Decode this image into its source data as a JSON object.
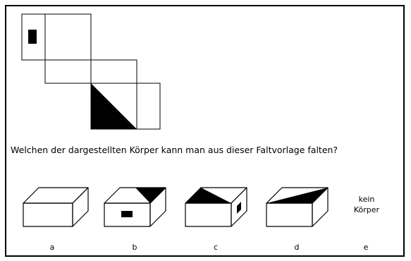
{
  "question": "Welchen der dargestellten Körper kann man aus dieser Faltvorlage falten?",
  "options": [
    {
      "letter": "a"
    },
    {
      "letter": "b"
    },
    {
      "letter": "c"
    },
    {
      "letter": "d"
    },
    {
      "letter": "e",
      "text_line1": "kein",
      "text_line2": "Körper"
    }
  ],
  "colors": {
    "ink": "#000000",
    "background": "#ffffff"
  }
}
